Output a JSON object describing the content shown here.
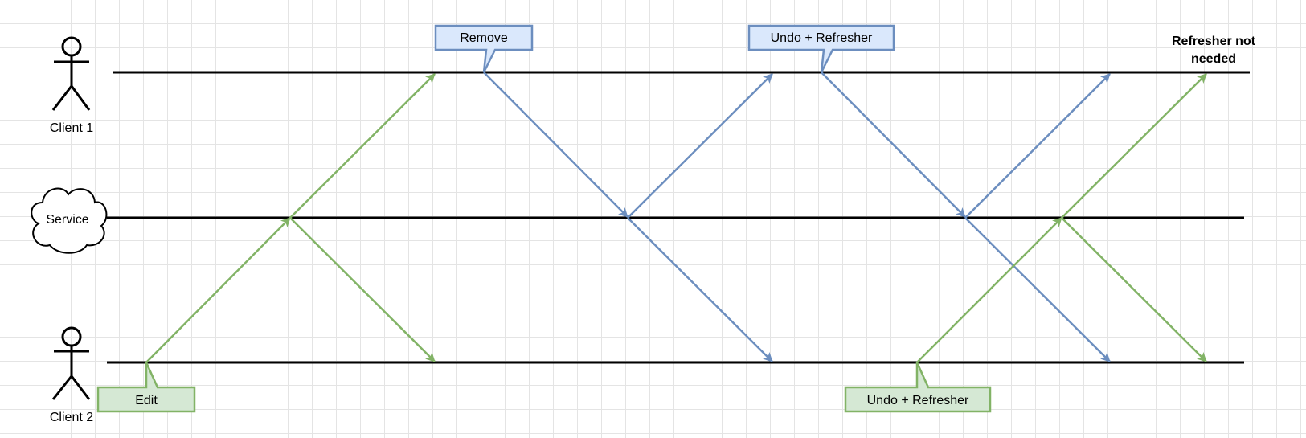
{
  "actors": {
    "client1": "Client 1",
    "service": "Service",
    "client2": "Client 2"
  },
  "callouts": {
    "remove": "Remove",
    "undo_refresher_client1": "Undo + Refresher",
    "edit": "Edit",
    "undo_refresher_client2": "Undo + Refresher"
  },
  "note": {
    "line1": "Refresher not",
    "line2": "needed"
  },
  "colors": {
    "blue_stroke": "#6c8ebf",
    "blue_fill": "#dae8fc",
    "green_stroke": "#82b366",
    "green_fill": "#d5e8d4",
    "lifeline": "#000000"
  }
}
